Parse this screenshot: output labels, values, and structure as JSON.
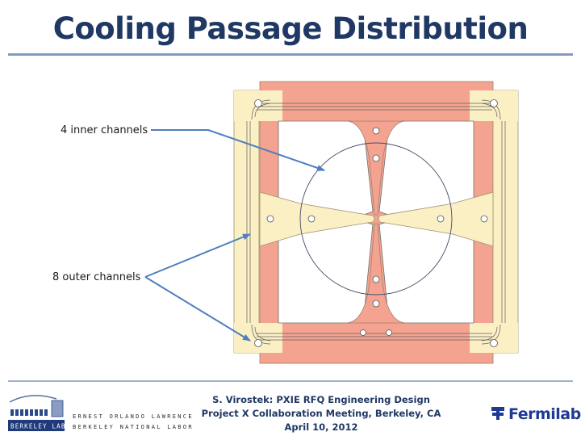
{
  "slide": {
    "title": "Cooling Passage Distribution"
  },
  "labels": {
    "inner": "4 inner channels",
    "outer": "8 outer channels"
  },
  "footer": {
    "line1": "S. Virostek: PXIE RFQ Engineering Design",
    "line2": "Project X Collaboration Meeting, Berkeley, CA",
    "line3": "April 10, 2012"
  },
  "logos": {
    "lab_line1": "ERNEST ORLANDO LAWRENCE",
    "lab_line2": "BERKELEY NATIONAL LABORATORY",
    "berkeley_lab_text": "BERKELEY LAB",
    "fermilab": "Fermilab"
  },
  "colors": {
    "title": "#1f3864",
    "salmon": "#f4a390",
    "cream": "#fbefc4",
    "arrow": "#4f7fbf"
  }
}
